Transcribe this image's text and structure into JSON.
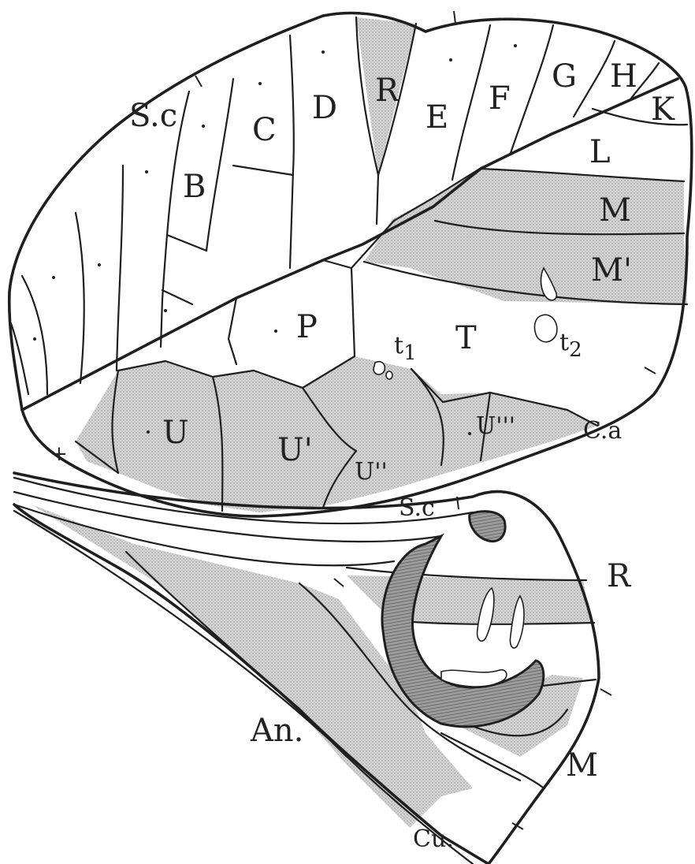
{
  "figure": {
    "description_free": true,
    "forewing": {
      "cell_labels": {
        "sc": "S.c",
        "b": "B",
        "c": "C",
        "d": "D",
        "r": "R",
        "e": "E",
        "f": "F",
        "g": "G",
        "h": "H",
        "k": "K",
        "l": "L",
        "m": "M",
        "m_prime": "M'",
        "p": "P",
        "t": "T",
        "t1": "t",
        "t1_sub": "1",
        "t2": "t",
        "t2_sub": "2",
        "u": "U",
        "u_prime": "U'",
        "u_dprime": "U''",
        "u_tprime": "U'''",
        "ca": "C.a"
      }
    },
    "hindwing": {
      "labels": {
        "sc": "S.c",
        "r": "R",
        "m": "M",
        "an": "An.",
        "cu": "Cu."
      }
    },
    "colors": {
      "line": "#1f1f1f",
      "stipple": "#b8b8b8",
      "paper": "#ffffff"
    }
  }
}
